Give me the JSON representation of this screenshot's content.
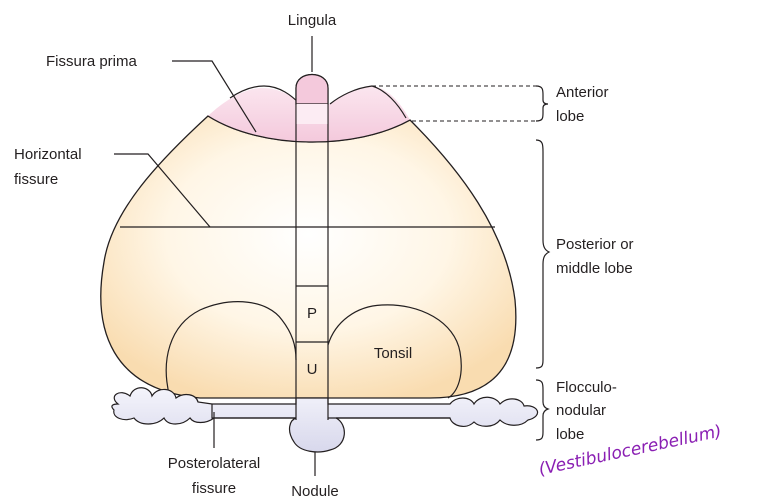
{
  "labels": {
    "lingula": "Lingula",
    "fissura_prima": "Fissura prima",
    "horizontal_fissure_line1": "Horizontal",
    "horizontal_fissure_line2": "fissure",
    "anterior_lobe_line1": "Anterior",
    "anterior_lobe_line2": "lobe",
    "posterior_lobe_line1": "Posterior or",
    "posterior_lobe_line2": "middle lobe",
    "tonsil": "Tonsil",
    "vermis_p": "P",
    "vermis_u": "U",
    "flocculonodular_line1": "Flocculo-",
    "flocculonodular_line2": "nodular",
    "flocculonodular_line3": "lobe",
    "posterolateral_line1": "Posterolateral",
    "posterolateral_line2": "fissure",
    "nodule": "Nodule"
  },
  "annotation": "(Vestibulocerebellum)",
  "colors": {
    "posterior_lobe_fill": "#fbe3bd",
    "anterior_lobe_fill": "#f6cfe0",
    "flocculonodular_fill": "#e4e4f2",
    "outline": "#231f20",
    "handwriting": "#8a1fb3"
  }
}
